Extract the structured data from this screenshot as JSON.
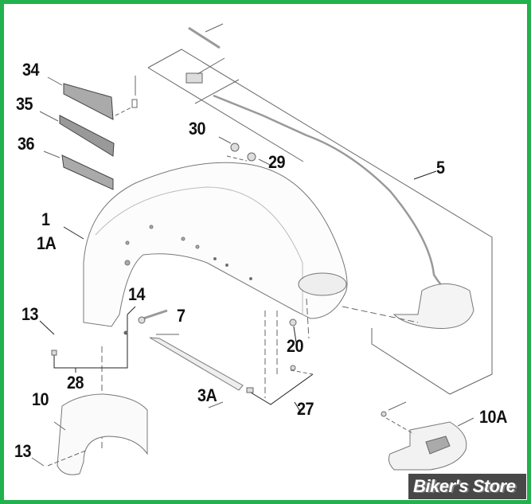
{
  "diagram": {
    "callouts": [
      "34",
      "35",
      "36",
      "30",
      "29",
      "5",
      "1",
      "1A",
      "14",
      "13",
      "7",
      "28",
      "20",
      "3A",
      "27",
      "10",
      "13",
      "10A"
    ]
  },
  "watermark": "Biker's Store",
  "colors": {
    "border": "#22b14c",
    "line": "#555555"
  }
}
